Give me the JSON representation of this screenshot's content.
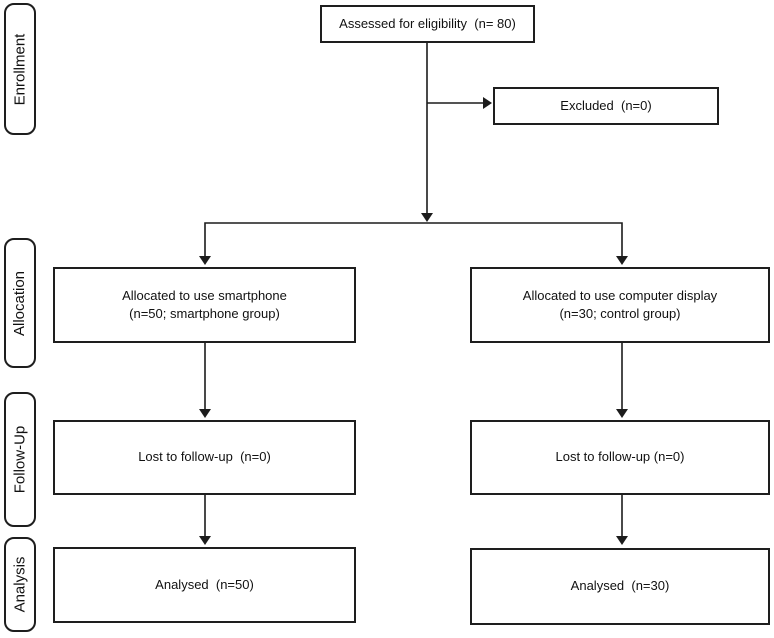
{
  "diagram": {
    "type": "consort-flow-chart",
    "stages": [
      {
        "id": "enrollment",
        "label": "Enrollment"
      },
      {
        "id": "allocation",
        "label": "Allocation"
      },
      {
        "id": "followup",
        "label": "Follow-Up"
      },
      {
        "id": "analysis",
        "label": "Analysis"
      }
    ],
    "nodes": {
      "assessed": "Assessed for eligibility  (n= 80)",
      "excluded": "Excluded  (n=0)",
      "alloc_left": "Allocated to use smartphone\n(n=50; smartphone group)",
      "alloc_right": "Allocated to use computer display\n(n=30; control group)",
      "followup_left": "Lost to follow-up  (n=0)",
      "followup_right": "Lost to follow-up (n=0)",
      "analysis_left": "Analysed  (n=50)",
      "analysis_right": "Analysed  (n=30)"
    },
    "counts": {
      "assessed": 80,
      "excluded": 0,
      "smartphone_group": 50,
      "control_group": 30,
      "lost_followup_smartphone": 0,
      "lost_followup_control": 0,
      "analysed_smartphone": 50,
      "analysed_control": 30
    },
    "colors": {
      "border": "#1e1e1e",
      "line": "#1c1c1c",
      "text": "#111111",
      "background": "#ffffff"
    }
  }
}
